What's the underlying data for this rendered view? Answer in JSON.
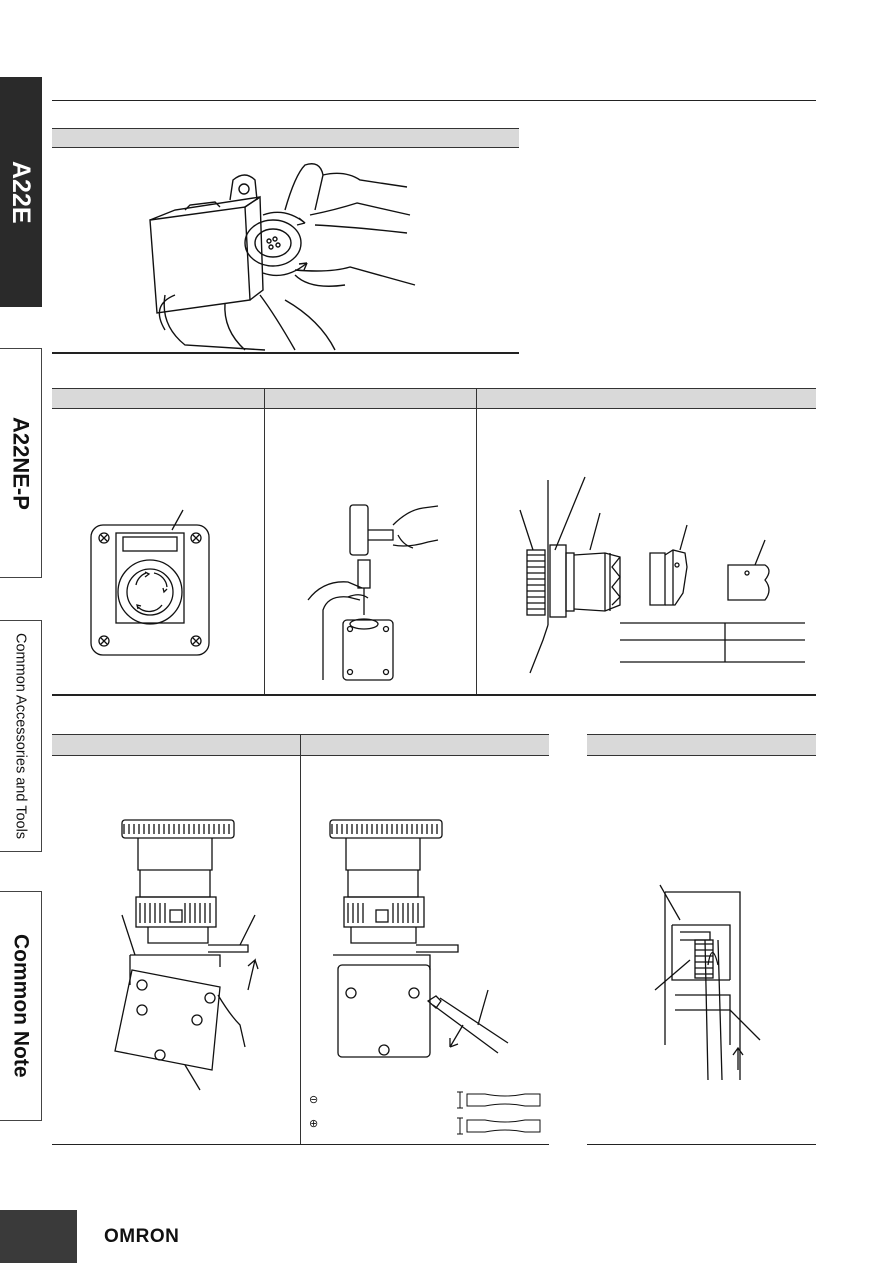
{
  "side_tabs": [
    {
      "label": "A22E",
      "active": true
    },
    {
      "label": "A22NE-P",
      "active": false
    },
    {
      "label": "Common Accessories and Tools",
      "active": false
    },
    {
      "label": "Common Note",
      "active": false
    }
  ],
  "brand": {
    "logo_text": "OMRON"
  },
  "legend_symbols": {
    "minus": "⊖",
    "plus": "⊕"
  }
}
